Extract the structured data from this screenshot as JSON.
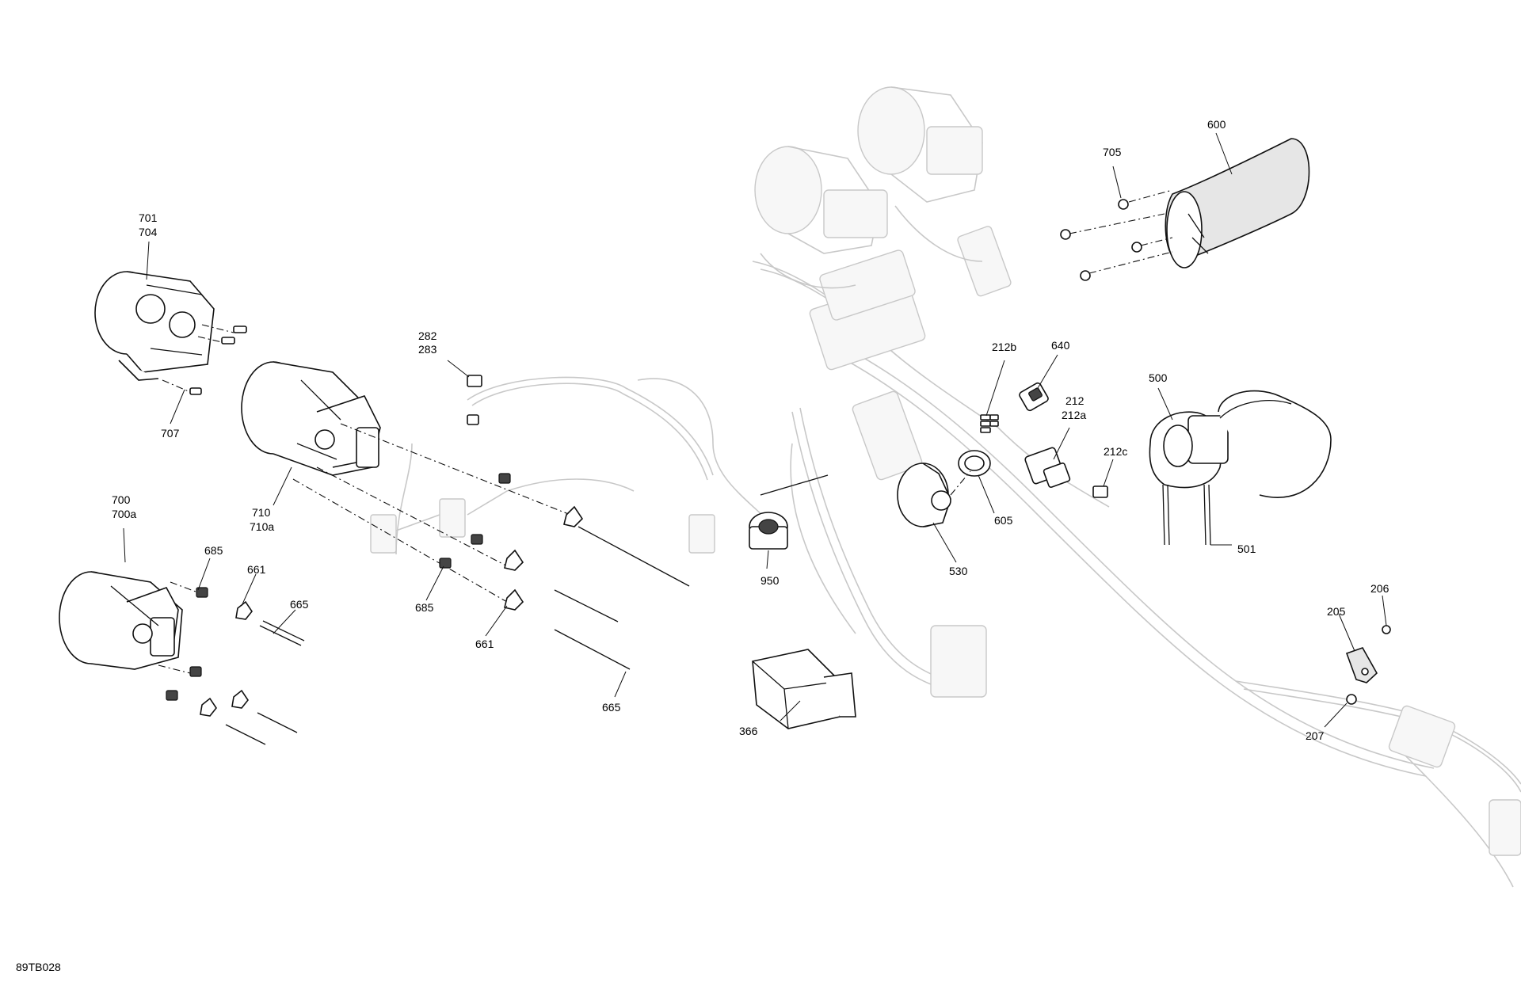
{
  "figure_code": "89TB028",
  "callouts": {
    "c701": "701",
    "c704": "704",
    "c707": "707",
    "c700": "700",
    "c700a": "700a",
    "c685a": "685",
    "c661a": "661",
    "c665a": "665",
    "c710": "710",
    "c710a": "710a",
    "c685b": "685",
    "c661b": "661",
    "c665b": "665",
    "c282": "282",
    "c283": "283",
    "c950": "950",
    "c366": "366",
    "c705": "705",
    "c600": "600",
    "c212b": "212b",
    "c640": "640",
    "c212": "212",
    "c212a": "212a",
    "c212c": "212c",
    "c605": "605",
    "c530": "530",
    "c500": "500",
    "c501": "501",
    "c205": "205",
    "c206": "206",
    "c207": "207"
  }
}
